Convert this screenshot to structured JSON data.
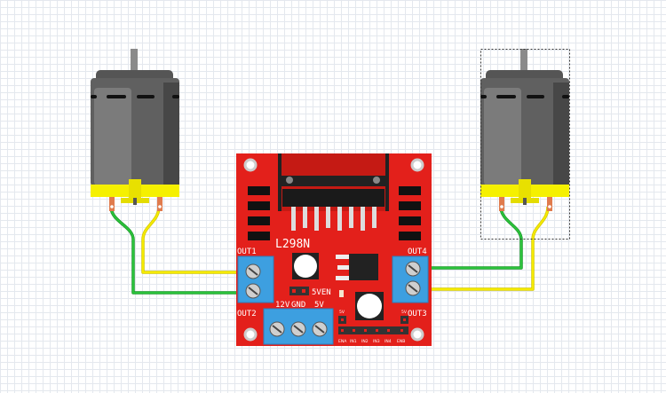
{
  "board": {
    "name": "L298N",
    "outputs": [
      "OUT1",
      "OUT2",
      "OUT3",
      "OUT4"
    ],
    "power_labels": [
      "12V",
      "GND",
      "5V"
    ],
    "jumper_label": "5VEN",
    "header_top_labels": [
      "5V",
      "5V"
    ],
    "header_pins": [
      "ENA",
      "IN1",
      "IN2",
      "IN3",
      "IN4",
      "ENB"
    ]
  },
  "motors": [
    {
      "id": "motor-left",
      "selected": false
    },
    {
      "id": "motor-right",
      "selected": true
    }
  ],
  "colors": {
    "board": "#e3201b",
    "terminal": "#3d9fe0",
    "wire_green": "#22b833",
    "wire_yellow": "#f2e600",
    "motor_band": "#f5f000"
  }
}
